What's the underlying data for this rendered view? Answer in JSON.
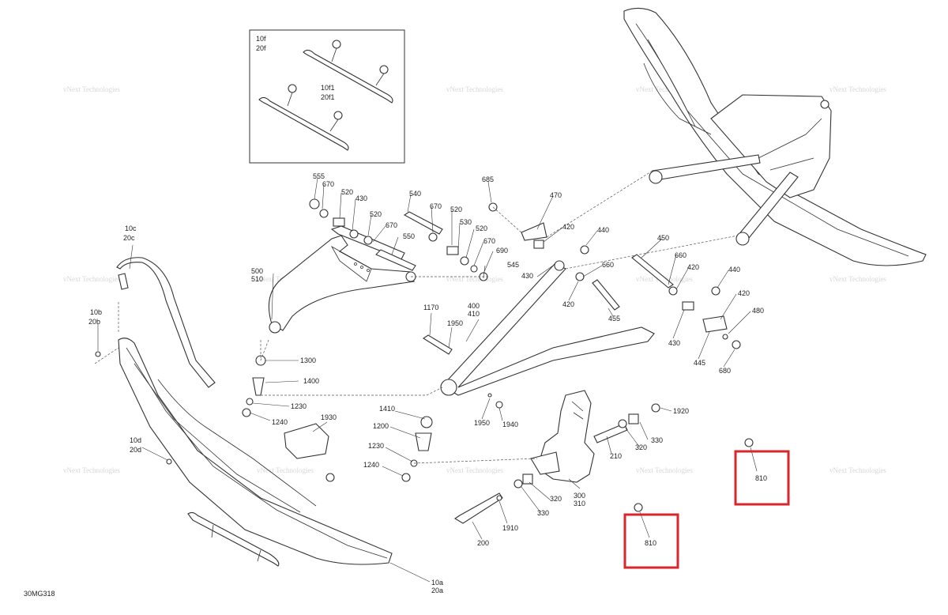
{
  "diagram_code": "30MG318",
  "watermark_text": "vNext Technologies",
  "highlight_color": "#d9262c",
  "inset": {
    "label_a1": "10f",
    "label_a2": "20f",
    "label_b1": "10f1",
    "label_b2": "20f1"
  },
  "callouts": {
    "c555": "555",
    "c670a": "670",
    "c520a": "520",
    "c430a": "430",
    "c520b": "520",
    "c670b": "670",
    "c550": "550",
    "c540": "540",
    "c670c": "670",
    "c520c": "520",
    "c530": "530",
    "c520d": "520",
    "c670d": "670",
    "c690": "690",
    "c545": "545",
    "c685": "685",
    "c470": "470",
    "c420a": "420",
    "c440a": "440",
    "c660a": "660",
    "c430b": "430",
    "c420b": "420",
    "c455": "455",
    "c450": "450",
    "c660b": "660",
    "c420c": "420",
    "c440b": "440",
    "c420d": "420",
    "c480": "480",
    "c430c": "430",
    "c445": "445",
    "c680": "680",
    "c500": "500",
    "c510": "510",
    "c10c": "10c",
    "c20c": "20c",
    "c10b": "10b",
    "c20b": "20b",
    "c1300": "1300",
    "c1400": "1400",
    "c1230a": "1230",
    "c1240a": "1240",
    "c1930": "1930",
    "c1170": "1170",
    "c1950a": "1950",
    "c400": "400",
    "c410": "410",
    "c1410": "1410",
    "c1200": "1200",
    "c1230b": "1230",
    "c1240b": "1240",
    "c1950b": "1950",
    "c1940": "1940",
    "c1920": "1920",
    "c330a": "330",
    "c320a": "320",
    "c210": "210",
    "c300": "300",
    "c310": "310",
    "c320b": "320",
    "c330b": "330",
    "c1910": "1910",
    "c200": "200",
    "c10d": "10d",
    "c20d": "20d",
    "c10a": "10a",
    "c20a": "20a",
    "c810a": "810",
    "c810b": "810"
  }
}
